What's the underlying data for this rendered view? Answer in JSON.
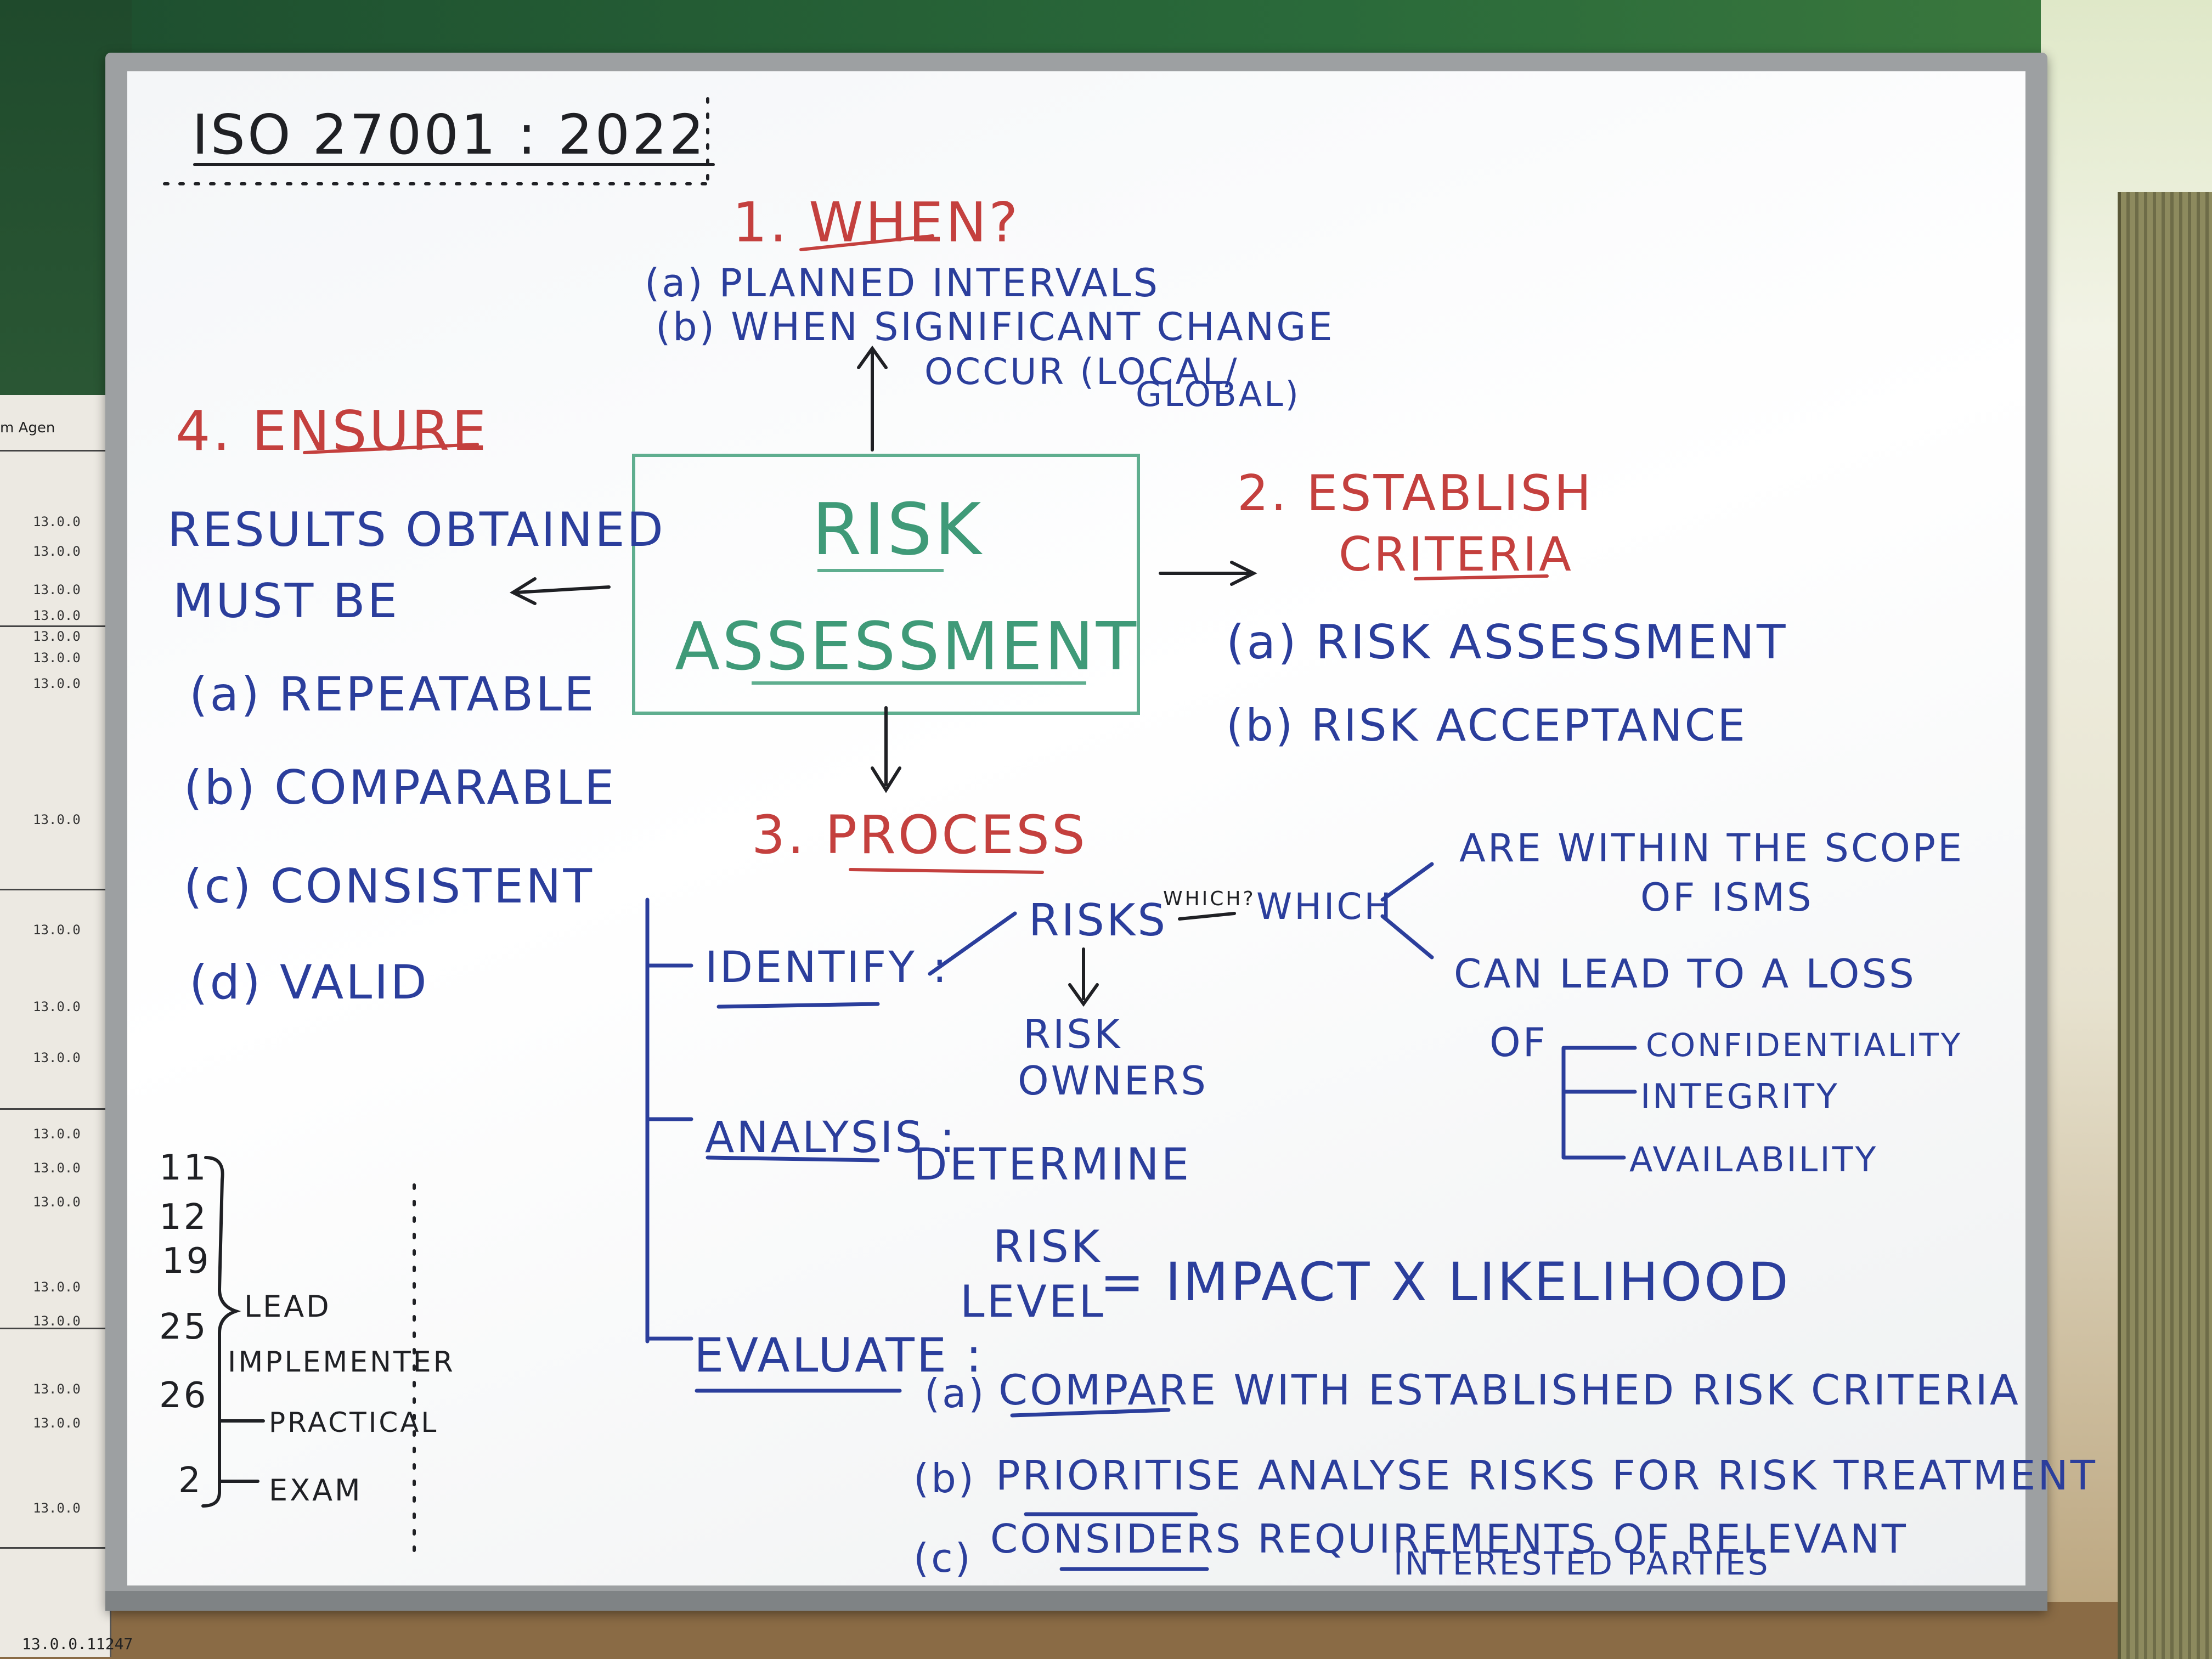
{
  "title": "ISO 27001 : 2022",
  "center": {
    "line1": "RISK",
    "line2": "ASSESSMENT"
  },
  "when": {
    "heading": "1. WHEN?",
    "a": "(a) PLANNED INTERVALS",
    "b": "(b) WHEN SIGNIFICANT CHANGE",
    "b2": "OCCUR (LOCAL/",
    "b3": "GLOBAL)"
  },
  "establish": {
    "heading1": "2. ESTABLISH",
    "heading2": "CRITERIA",
    "a": "(a) RISK ASSESSMENT",
    "b": "(b) RISK ACCEPTANCE"
  },
  "ensure": {
    "heading": "4. ENSURE",
    "line1": "RESULTS OBTAINED",
    "line2": "MUST BE",
    "a": "(a) REPEATABLE",
    "b": "(b) COMPARABLE",
    "c": "(c) CONSISTENT",
    "d": "(d) VALID"
  },
  "process": {
    "heading": "3. PROCESS",
    "identify": "IDENTIFY :",
    "risks": "RISKS",
    "which_small": "WHICH?",
    "which": "WHICH",
    "scope1": "ARE WITHIN THE SCOPE",
    "scope2": "OF ISMS",
    "loss": "CAN LEAD TO A LOSS",
    "of": "OF",
    "conf": "CONFIDENTIALITY",
    "integ": "INTEGRITY",
    "avail": "AVAILABILITY",
    "owners1": "RISK",
    "owners2": "OWNERS",
    "analysis": "ANALYSIS :",
    "determine": "DETERMINE",
    "risk": "RISK",
    "level": "LEVEL",
    "formula": "= IMPACT X LIKELIHOOD",
    "evaluate": "EVALUATE :",
    "ev_a_mark": "(a)",
    "ev_a": "COMPARE WITH ESTABLISHED RISK CRITERIA",
    "ev_b_mark": "(b)",
    "ev_b": "PRIORITISE ANALYSE RISKS FOR RISK TREATMENT",
    "ev_c_mark": "(c)",
    "ev_c": "CONSIDERS REQUIREMENTS OF RELEVANT",
    "ev_c2": "INTERESTED PARTIES"
  },
  "schedule": {
    "dates": [
      "11",
      "12",
      "19",
      "25",
      "26",
      "2"
    ],
    "lead": "LEAD",
    "implementer": "IMPLEMENTER",
    "practical": "PRACTICAL",
    "exam": "EXAM"
  },
  "timetable": {
    "header": "m  Agen",
    "rows": [
      "13.0.0",
      "13.0.0",
      "13.0.0",
      "13.0.0",
      "13.0.0",
      "13.0.0",
      "13.0.0",
      "13.0.0",
      "13.0.0",
      "13.0.0",
      "13.0.0",
      "13.0.0",
      "13.0.0",
      "13.0.0",
      "13.0.0",
      "13.0.0",
      "13.0.0",
      "13.0.0",
      "13.0.0"
    ],
    "footer": "13.0.0.11247"
  }
}
